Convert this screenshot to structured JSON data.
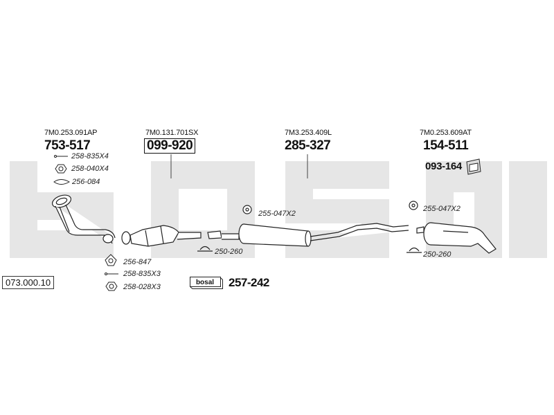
{
  "reference": "073.000.10",
  "watermark": "bosal",
  "kit": {
    "logo": "bosal",
    "number": "257-242"
  },
  "components": [
    {
      "id": "front-pipe",
      "oem": "7M0.253.091AP",
      "part": "753-517"
    },
    {
      "id": "catalyst",
      "oem": "7M0.131.701SX",
      "part": "099-920"
    },
    {
      "id": "middle-silencer",
      "oem": "7M3.253.409L",
      "part": "285-327"
    },
    {
      "id": "rear-silencer",
      "oem": "7M0.253.609AT",
      "part": "154-511",
      "bracket_part": "093-164"
    }
  ],
  "fittings": {
    "front_1": "258-835X4",
    "front_2": "258-040X4",
    "front_3": "256-084",
    "lower_1": "256-847",
    "lower_2": "258-835X3",
    "lower_3": "258-028X3",
    "mid_rubber": "255-047X2",
    "mid_clamp": "250-260",
    "rear_rubber": "255-047X2",
    "rear_clamp": "250-260"
  }
}
